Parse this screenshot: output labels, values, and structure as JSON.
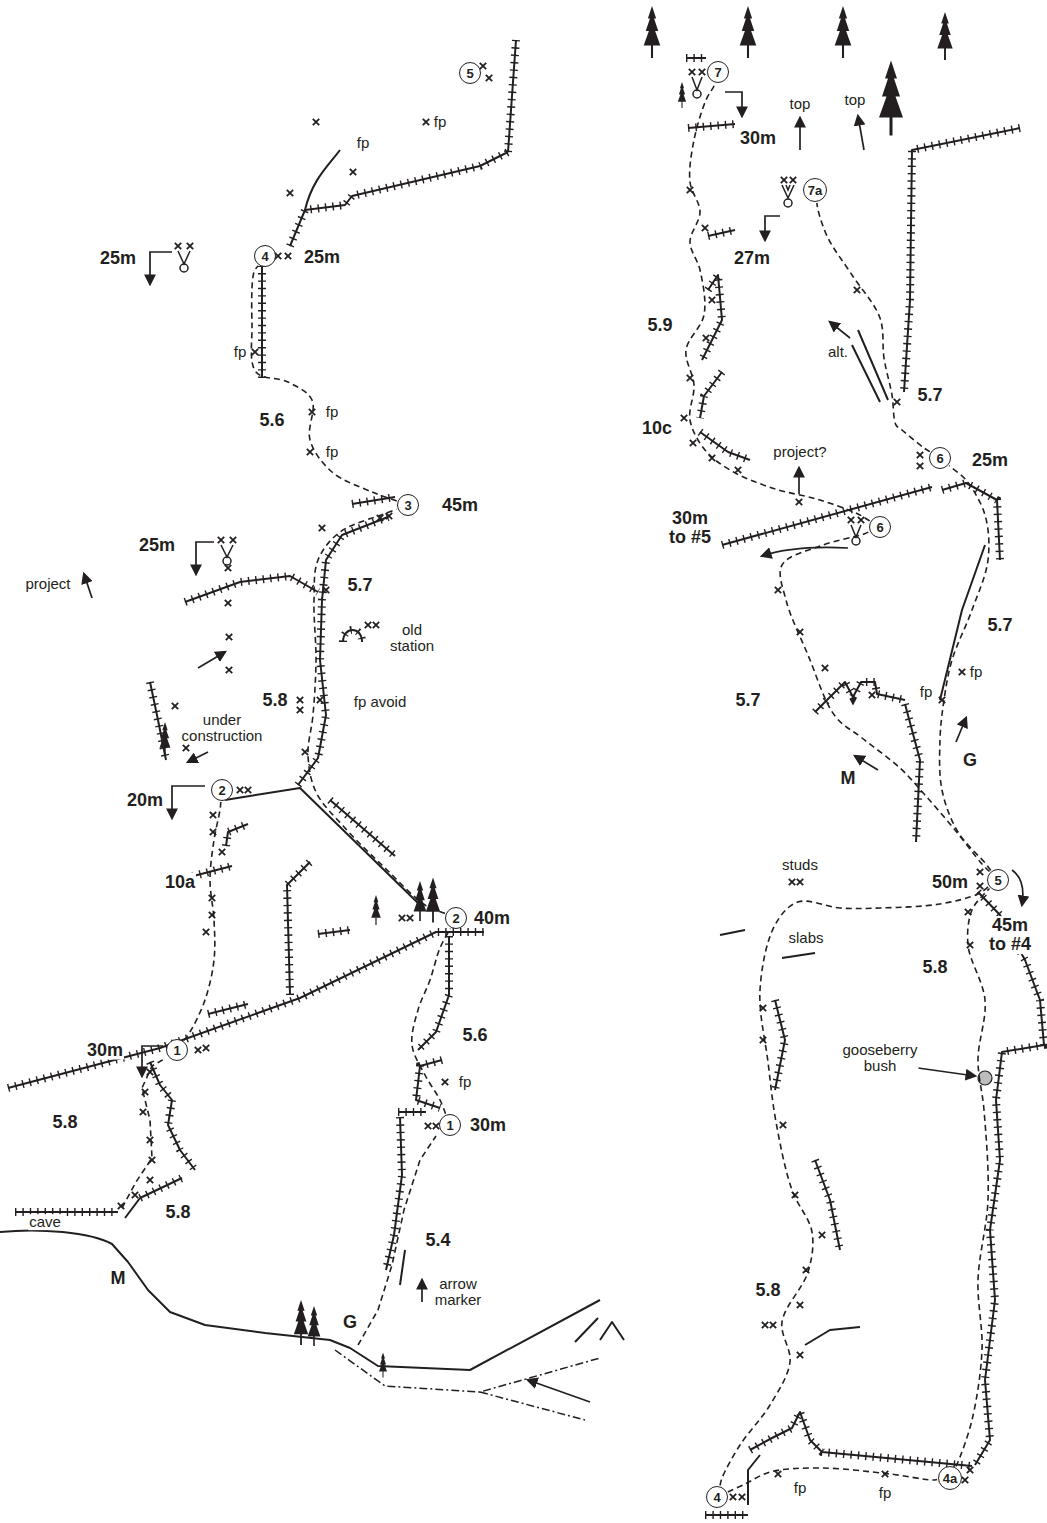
{
  "diagram": {
    "nodes": [
      {
        "text": [
          "5"
        ]
      },
      {
        "text": [
          "4"
        ]
      },
      {
        "text": [
          "3"
        ]
      },
      {
        "text": [
          "2"
        ]
      },
      {
        "text": [
          "2"
        ]
      },
      {
        "text": [
          "1"
        ]
      },
      {
        "text": [
          "1"
        ]
      },
      {
        "text": [
          "7"
        ]
      },
      {
        "text": [
          "7a"
        ]
      },
      {
        "text": [
          "6"
        ]
      },
      {
        "text": [
          "6"
        ]
      },
      {
        "text": [
          "5"
        ]
      },
      {
        "text": [
          "4a"
        ]
      },
      {
        "text": [
          "4"
        ]
      }
    ],
    "edges": [
      {
        "from": 6,
        "to": 4,
        "arrow": "none"
      },
      {
        "from": 4,
        "to": 2,
        "arrow": "none"
      },
      {
        "from": 2,
        "to": 1,
        "arrow": "none"
      },
      {
        "from": 5,
        "to": 3,
        "arrow": "none"
      },
      {
        "from": 13,
        "to": 12,
        "arrow": "none"
      },
      {
        "from": 12,
        "to": 11,
        "arrow": "none"
      },
      {
        "from": 13,
        "to": 11,
        "arrow": "none"
      },
      {
        "from": 11,
        "to": 9,
        "arrow": "none"
      },
      {
        "from": 11,
        "to": 10,
        "arrow": "none"
      },
      {
        "from": 10,
        "to": 7,
        "arrow": "none"
      },
      {
        "from": 9,
        "to": 8,
        "arrow": "none"
      }
    ],
    "labels": [
      "fp",
      "fp",
      "25m",
      "25m",
      "fp",
      "5.6",
      "fp",
      "fp",
      "45m",
      "25m",
      "project",
      "5.7",
      "old station",
      "5.8",
      "fp avoid",
      "under construction",
      "20m",
      "10a",
      "40m",
      "30m",
      "5.6",
      "5.8",
      "fp",
      "30m",
      "5.8",
      "cave",
      "5.4",
      "M",
      "arrow marker",
      "G",
      "top",
      "top",
      "30m",
      "27m",
      "5.9",
      "alt.",
      "5.7",
      "10c",
      "project?",
      "25m",
      "30m to #5",
      "5.7",
      "fp",
      "G",
      "fp",
      "5.7",
      "M",
      "50m",
      "45m to #4",
      "studs",
      "slabs",
      "5.8",
      "gooseberry bush",
      "5.8",
      "fp",
      "fp"
    ]
  }
}
